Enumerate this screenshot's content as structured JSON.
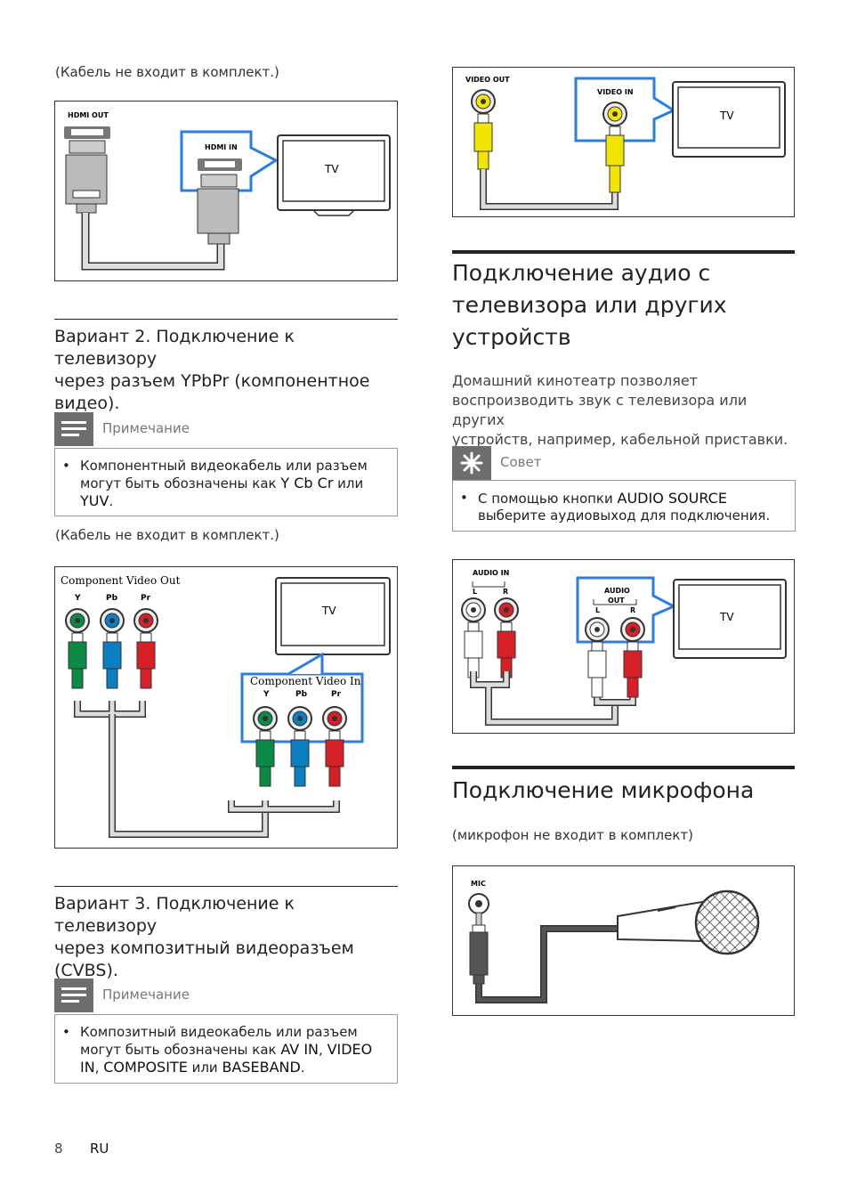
{
  "left": {
    "caption1": "(Кабель не входит в комплект.)",
    "fig_hdmi": {
      "hdmi_out": "HDMI OUT",
      "hdmi_in": "HDMI IN",
      "tv": "TV"
    },
    "variant2_heading": [
      "Вариант 2. Подключение к телевизору",
      "через разъем YPbPr (компонентное",
      "видео)."
    ],
    "note1": {
      "title": "Примечание",
      "bullet": "•",
      "line1": "Компонентный видеокабель или разъем",
      "line2_pre": "могут быть обозначены как ",
      "line2_code": "Y Cb Cr",
      "line2_post": " или",
      "line3_code": "YUV",
      "line3_post": "."
    },
    "caption2": "(Кабель не входит в комплект.)",
    "fig_component": {
      "out_label": "Component Video Out",
      "in_label": "Component Video In",
      "y": "Y",
      "pb": "Pb",
      "pr": "Pr",
      "tv": "TV",
      "colors": {
        "green": "#0b8a46",
        "blue": "#0a7fc4",
        "red": "#d71f26"
      }
    },
    "variant3_heading": [
      "Вариант 3. Подключение к телевизору",
      "через композитный видеоразъем",
      "(CVBS)."
    ],
    "note2": {
      "title": "Примечание",
      "bullet": "•",
      "line1": "Композитный видеокабель или разъем",
      "line2_pre": "могут быть обозначены как ",
      "code1": "AV IN",
      "sep1": ", ",
      "code2a": "VIDEO",
      "code2b": "IN",
      "sep2": ", ",
      "code3": "COMPOSITE",
      "or": " или ",
      "code4": "BASEBAND",
      "end": "."
    }
  },
  "right": {
    "fig_video": {
      "video_out": "VIDEO OUT",
      "video_in": "VIDEO IN",
      "tv": "TV",
      "color_yellow": "#f2e600"
    },
    "audio_heading": [
      "Подключение аудио с",
      "телевизора или других",
      "устройств"
    ],
    "audio_body": [
      "Домашний кинотеатр позволяет",
      "воспроизводить звук с телевизора или других",
      "устройств, например, кабельной приставки."
    ],
    "tip": {
      "title": "Совет",
      "bullet": "•",
      "line1_pre": "С помощью кнопки ",
      "line1_code": "AUDIO SOURCE",
      "line2": "выберите аудиовыход для подключения."
    },
    "fig_audio": {
      "audio_in": "AUDIO IN",
      "audio_out1": "AUDIO",
      "audio_out2": "OUT",
      "l": "L",
      "r": "R",
      "tv": "TV"
    },
    "mic_heading": "Подключение микрофона",
    "mic_caption": "(микрофон не входит в комплект)",
    "fig_mic": {
      "mic": "MIC"
    }
  },
  "footer": {
    "page": "8",
    "lang": "RU"
  }
}
